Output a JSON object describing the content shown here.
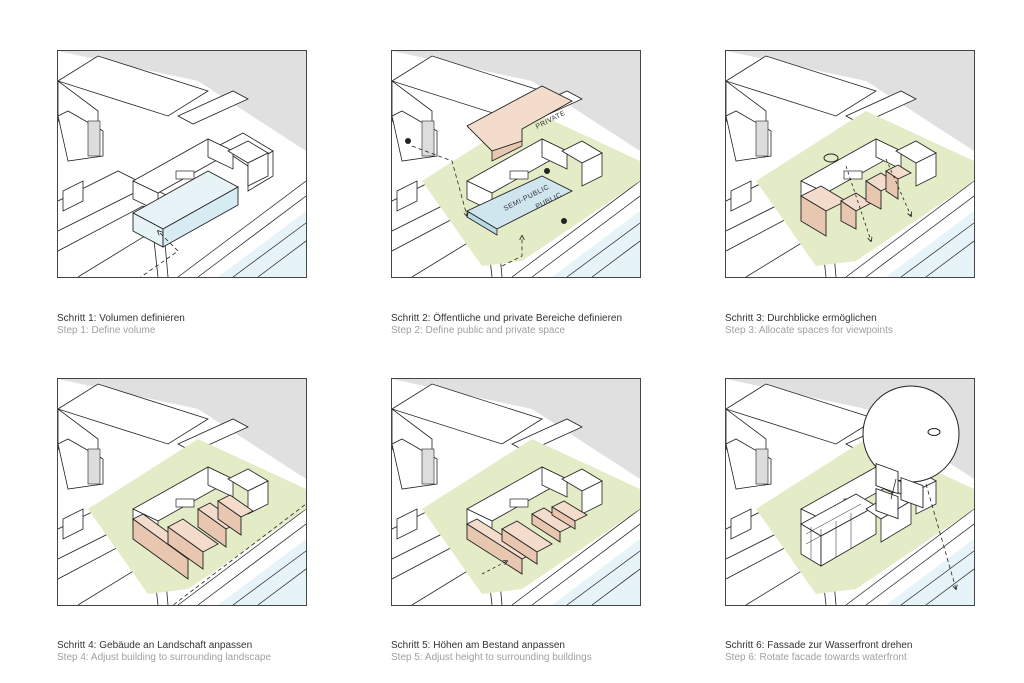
{
  "steps": [
    {
      "de": "Schritt 1: Volumen definieren",
      "en": "Step 1: Define volume"
    },
    {
      "de": "Schritt 2: Öffentliche und private Bereiche definieren",
      "en": "Step 2: Define public and private space"
    },
    {
      "de": "Schritt 3: Durchblicke ermöglichen",
      "en": "Step 3: Allocate spaces for viewpoints"
    },
    {
      "de": "Schritt 4: Gebäude an Landschaft anpassen",
      "en": "Step 4: Adjust building to surrounding landscape"
    },
    {
      "de": "Schritt 5: Höhen am Bestand anpassen",
      "en": "Step 5: Adjust height to surrounding buildings"
    },
    {
      "de": "Schritt 6: Fassade zur Wasserfront drehen",
      "en": "Step 6: Rotate facade towards waterfront"
    }
  ],
  "zone_labels": {
    "private": "PRIVATE",
    "semi_public": "SEMI-PUBLIC",
    "public": "PUBLIC"
  },
  "colors": {
    "site_green": "#e3ecc6",
    "street_gray": "#dcdcdc",
    "water_blue": "#e3f2f7",
    "new_volume": "#f3dccb",
    "public_zone": "#cfe6ef",
    "outline": "#222222"
  }
}
